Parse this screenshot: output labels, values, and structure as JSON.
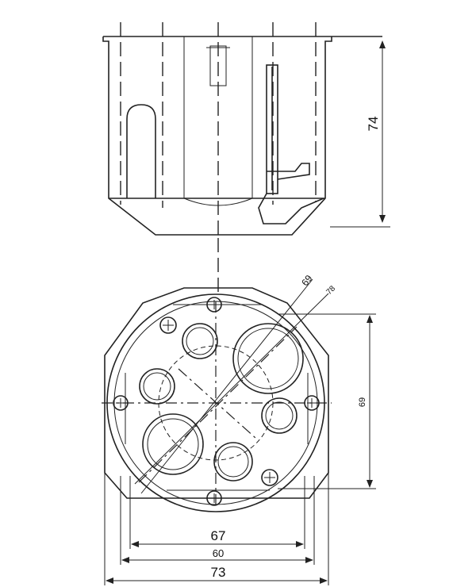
{
  "dimensions": {
    "height": "74",
    "top_diag_1": "69",
    "top_diag_2": "78",
    "right_vertical": "69",
    "width_inner": "67",
    "width_mid": "60",
    "width_outer": "73"
  },
  "colors": {
    "line": "#222222",
    "background": "#ffffff"
  }
}
